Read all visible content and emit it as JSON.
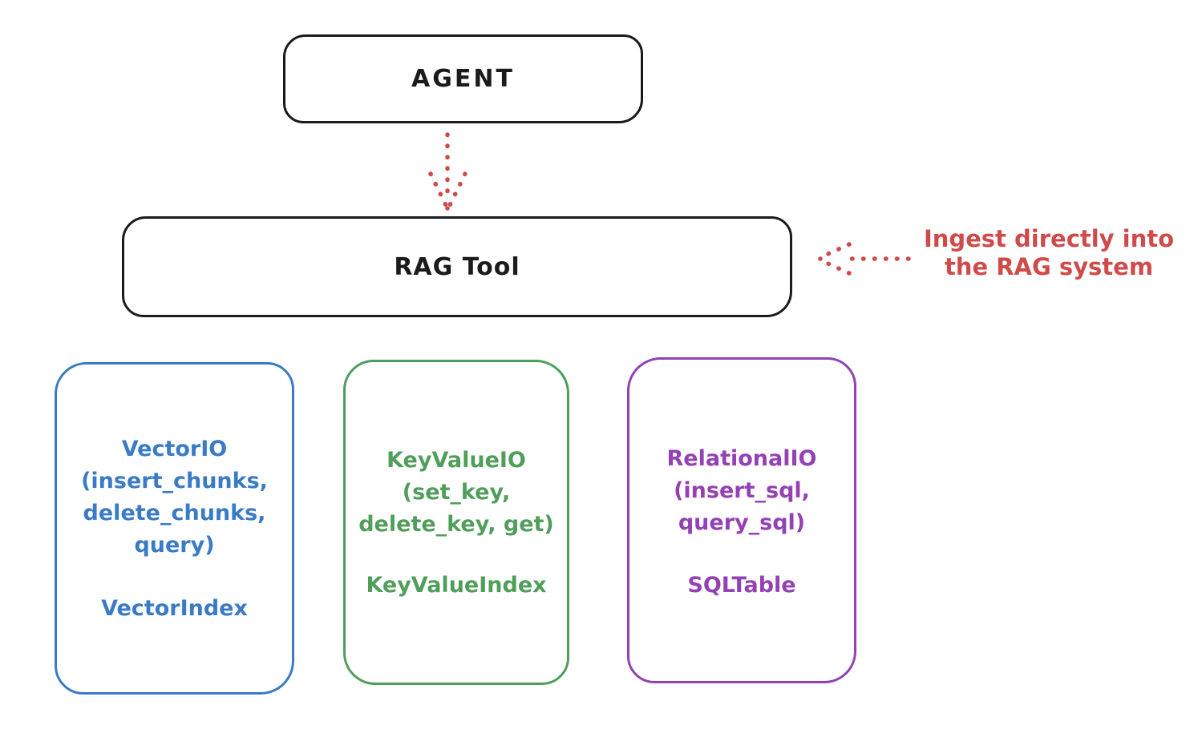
{
  "agent": {
    "label": "AGENT"
  },
  "rag_tool": {
    "label": "RAG Tool"
  },
  "annotation": {
    "line1": "Ingest directly into",
    "line2": "the RAG system"
  },
  "vector_box": {
    "line1": "VectorIO",
    "line2": "(insert_chunks,",
    "line3": "delete_chunks,",
    "line4": "query)",
    "footer": "VectorIndex"
  },
  "keyvalue_box": {
    "line1": "KeyValueIO",
    "line2": "(set_key,",
    "line3": "delete_key, get)",
    "footer": "KeyValueIndex"
  },
  "relational_box": {
    "line1": "RelationalIO",
    "line2": "(insert_sql,",
    "line3": "query_sql)",
    "footer": "SQLTable"
  },
  "icons": {
    "agent_to_rag_arrow": "dotted-down-arrow",
    "ingest_annotation_arrow": "dotted-left-arrow"
  },
  "colors": {
    "box_stroke": "#1b1b1b",
    "accent_red": "#d04a4a",
    "vector_blue": "#3a7bc8",
    "keyvalue_green": "#4f9e5a",
    "relational_purple": "#9341b5"
  }
}
